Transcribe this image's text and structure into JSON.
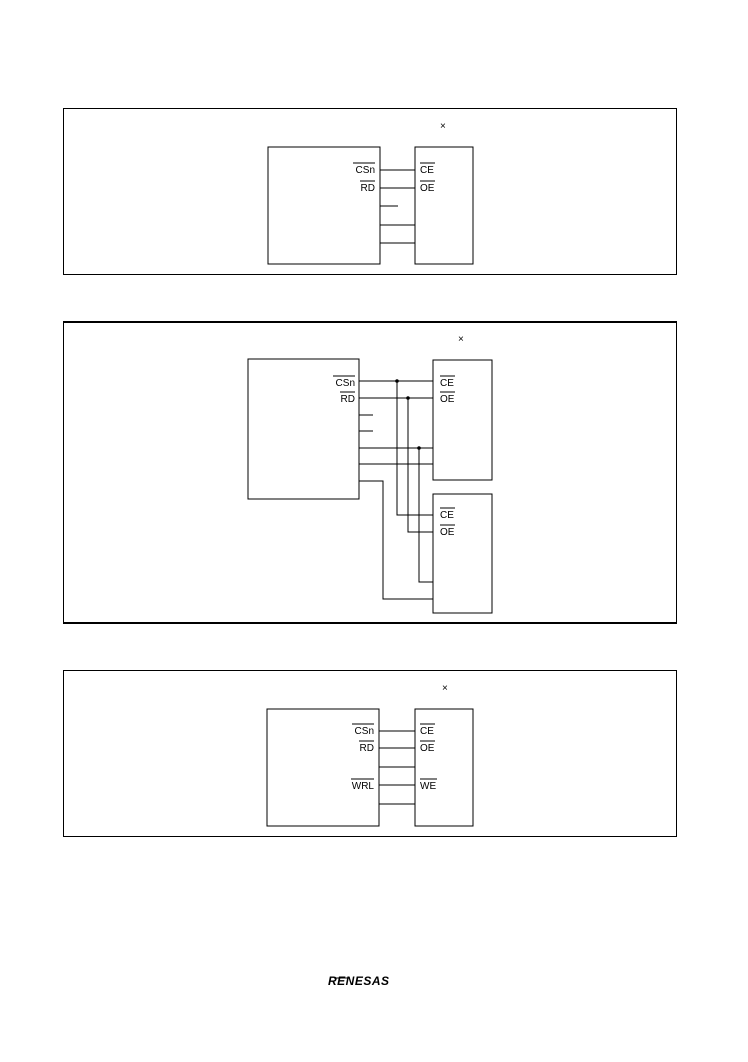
{
  "figure1": {
    "marker": "×",
    "signals_left": [
      "CSn",
      "RD"
    ],
    "signals_right": [
      "CE",
      "OE"
    ]
  },
  "figure2": {
    "marker": "×",
    "signals_left": [
      "CSn",
      "RD"
    ],
    "chip1_signals": [
      "CE",
      "OE"
    ],
    "chip2_signals": [
      "CE",
      "OE"
    ]
  },
  "figure3": {
    "marker": "×",
    "signals_left": [
      "CSn",
      "RD",
      "WRL"
    ],
    "signals_right": [
      "CE",
      "OE",
      "WE"
    ]
  },
  "footer": {
    "logo_text": "RENESAS"
  }
}
